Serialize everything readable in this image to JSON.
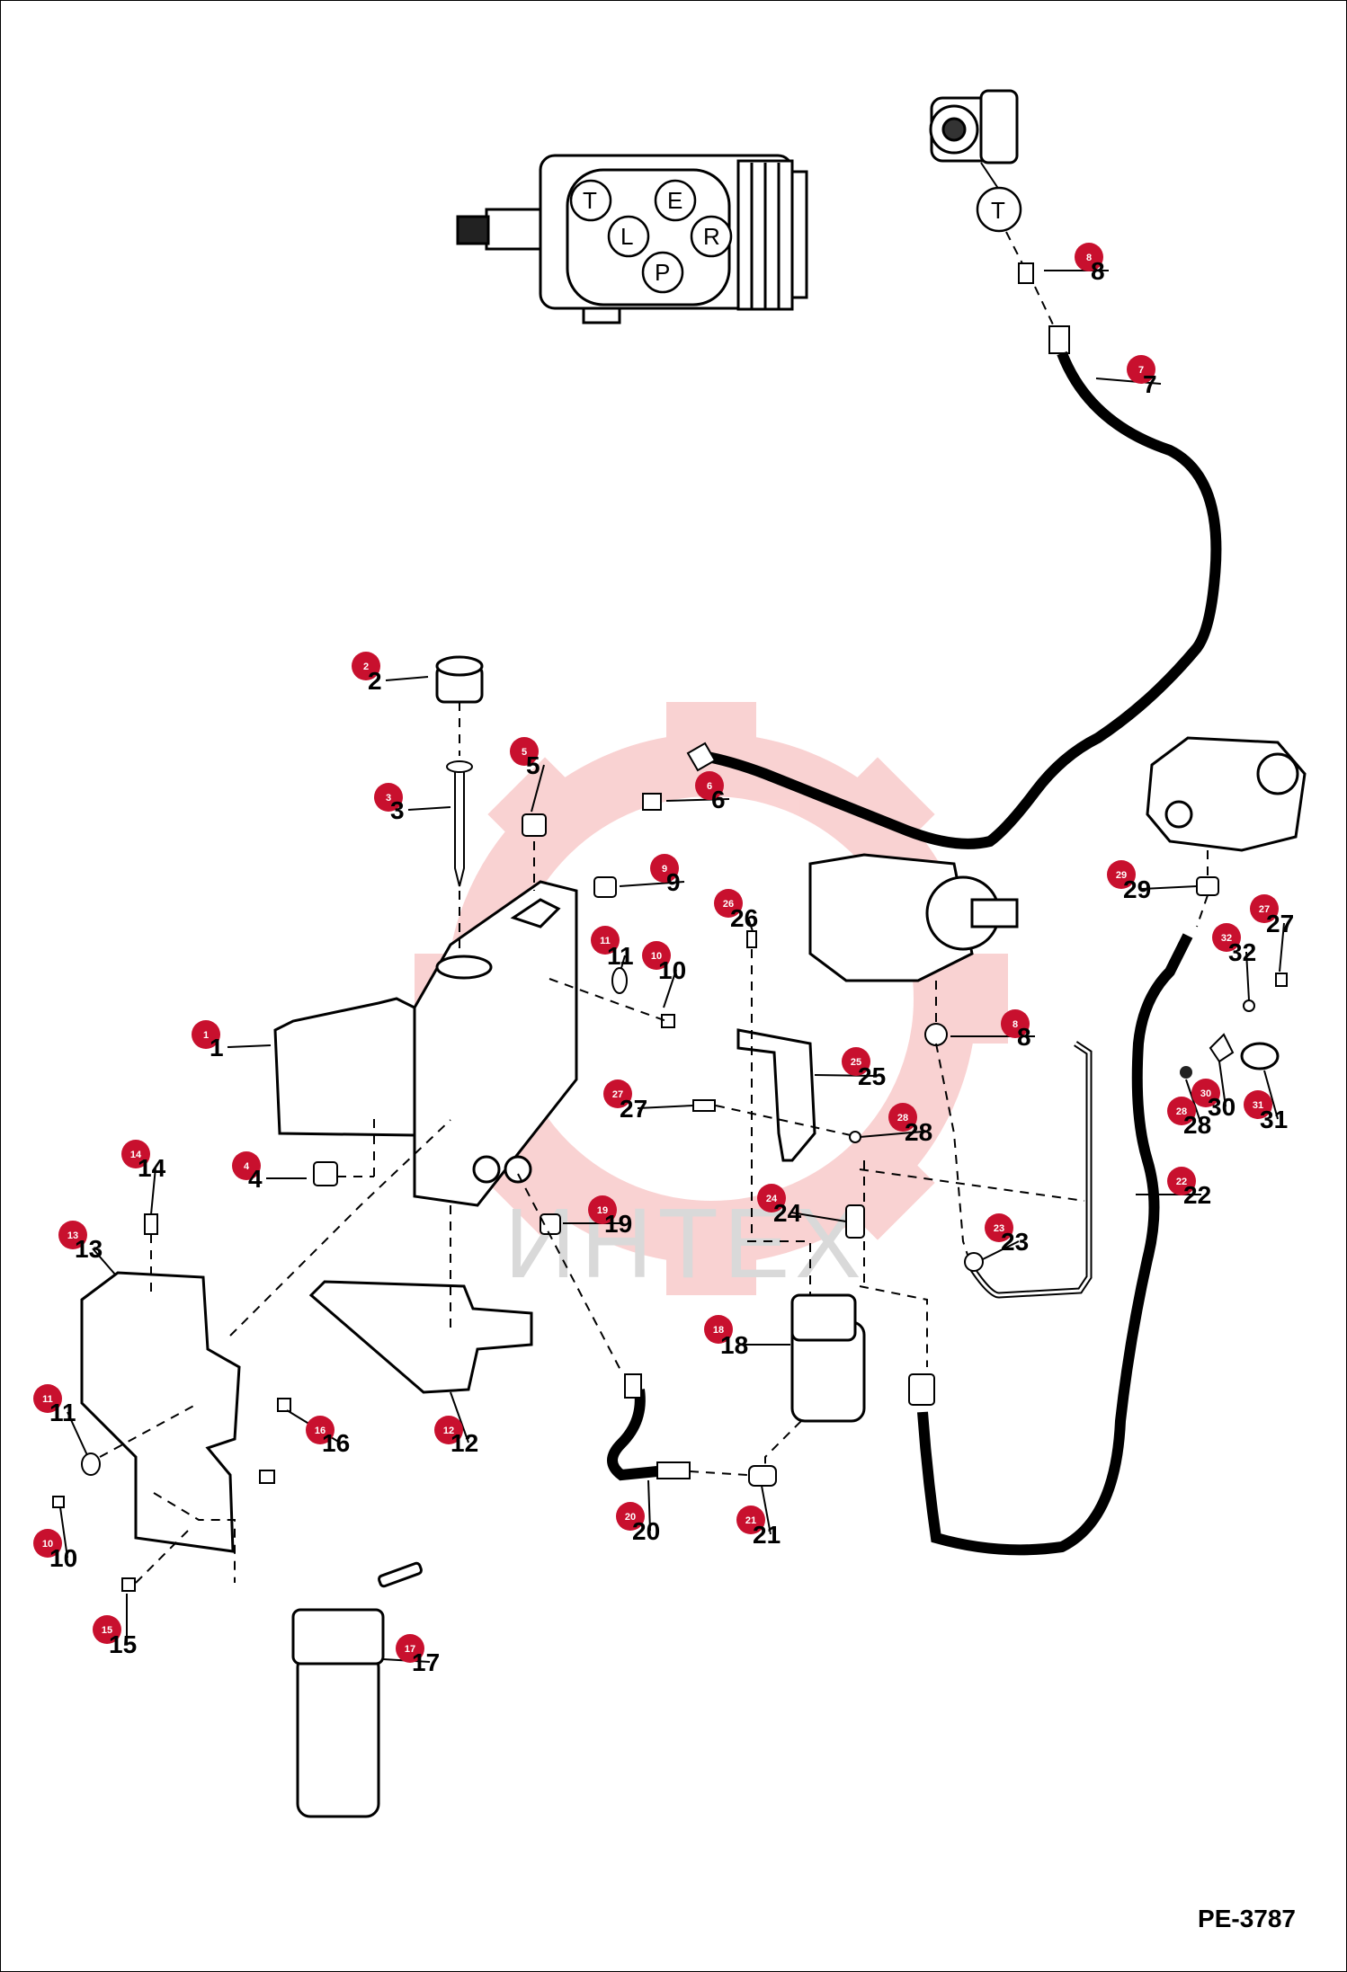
{
  "diagram": {
    "doc_id": "PE-3787",
    "watermark_text": "ИНТЕХ",
    "callout_color": "#c8102e",
    "watermark_color": "#f5b3b3",
    "ports": [
      "T",
      "E",
      "L",
      "R",
      "P"
    ],
    "hose_port_label": "T",
    "callouts": [
      {
        "n": "1"
      },
      {
        "n": "2"
      },
      {
        "n": "3"
      },
      {
        "n": "4"
      },
      {
        "n": "5"
      },
      {
        "n": "6"
      },
      {
        "n": "7"
      },
      {
        "n": "8"
      },
      {
        "n": "8"
      },
      {
        "n": "9"
      },
      {
        "n": "10"
      },
      {
        "n": "10"
      },
      {
        "n": "11"
      },
      {
        "n": "11"
      },
      {
        "n": "12"
      },
      {
        "n": "13"
      },
      {
        "n": "14"
      },
      {
        "n": "15"
      },
      {
        "n": "16"
      },
      {
        "n": "17"
      },
      {
        "n": "18"
      },
      {
        "n": "19"
      },
      {
        "n": "20"
      },
      {
        "n": "21"
      },
      {
        "n": "22"
      },
      {
        "n": "23"
      },
      {
        "n": "24"
      },
      {
        "n": "25"
      },
      {
        "n": "26"
      },
      {
        "n": "27"
      },
      {
        "n": "27"
      },
      {
        "n": "28"
      },
      {
        "n": "28"
      },
      {
        "n": "29"
      },
      {
        "n": "30"
      },
      {
        "n": "31"
      },
      {
        "n": "32"
      }
    ]
  }
}
